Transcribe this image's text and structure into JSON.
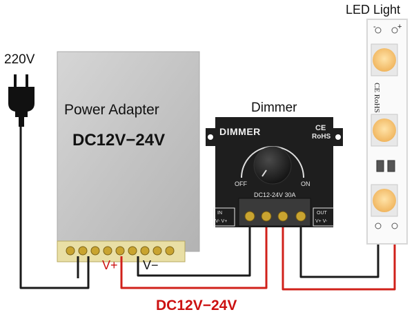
{
  "labels": {
    "mains": "220V",
    "led": "LED Light",
    "dimmer": "Dimmer",
    "adapter_title": "Power Adapter",
    "adapter_range": "DC12V−24V",
    "bottom_voltage": "DC12V−24V",
    "v_plus": "V+",
    "v_minus": "V−"
  },
  "dimmer_device": {
    "brand": "DIMMER",
    "ce": "CE",
    "rohs": "RoHS",
    "off": "OFF",
    "on": "ON",
    "rating": "DC12-24V  30A",
    "in": "IN",
    "in_polarity": "V- V+",
    "out": "OUT",
    "out_polarity": "V+ V-"
  },
  "led_strip": {
    "marking": "CE RoHS",
    "minus": "-",
    "plus": "+"
  },
  "colors": {
    "positive_wire": "#d0201a",
    "negative_wire": "#1a1a1a",
    "adapter_body": "#c9c9c9",
    "dimmer_body": "#1e1e1e",
    "led_chip": "#f5c47a"
  },
  "icons": [
    "power-plug-icon",
    "dimmer-knob-icon",
    "terminal-screw-icon",
    "led-chip-icon"
  ]
}
